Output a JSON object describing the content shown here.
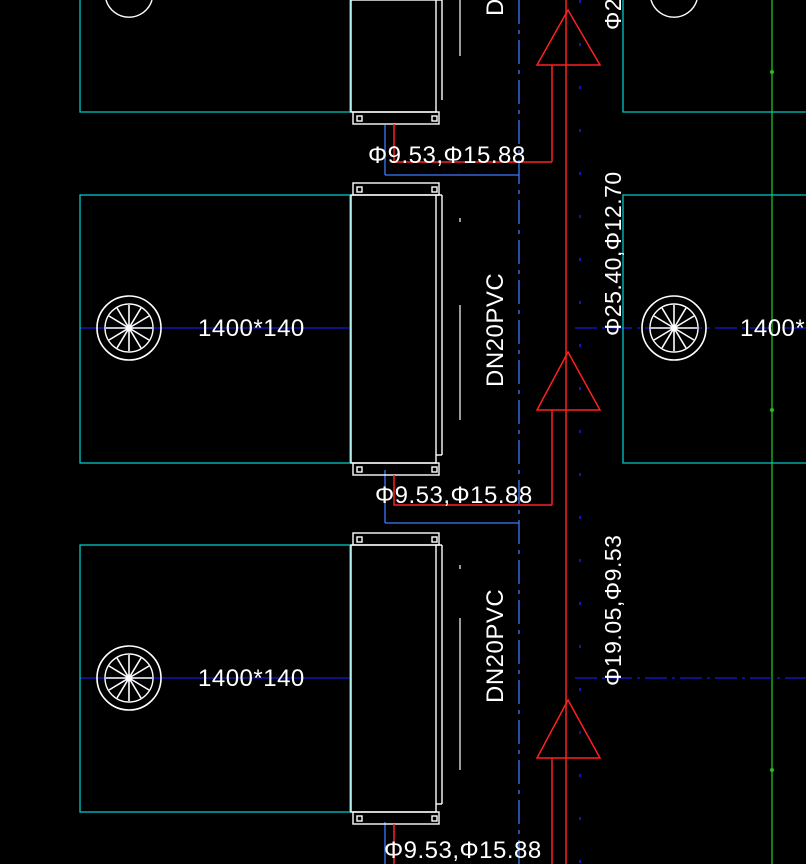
{
  "colors": {
    "background": "#000000",
    "unit_outline": "#00c8c8",
    "pipe": "#ff2020",
    "axis": "#1818e0",
    "dashed": "#3c78ff",
    "grid_line": "#20c020",
    "drawing_white": "#ffffff",
    "label_text": "#ffffff"
  },
  "labels": {
    "refrigerant_top": "Φ9.53,Φ15.88",
    "refrigerant_mid": "Φ9.53,Φ15.88",
    "refrigerant_bot": "Φ9.53,Φ15.88",
    "unit_size_mid": "1400*140",
    "unit_size_bot": "1400*140",
    "unit_size_right": "1400*",
    "drain_mid": "DN20PVC",
    "drain_bot": "DN20PVC",
    "drain_top_partial": "DN",
    "trunk_upper": "Φ25.40,Φ12.70",
    "trunk_lower": "Φ19.05,Φ9.53",
    "trunk_top_partial": "Φ2"
  },
  "icons": {
    "diffuser": "fan-diffuser-icon",
    "branch": "refnet-branch-icon"
  }
}
